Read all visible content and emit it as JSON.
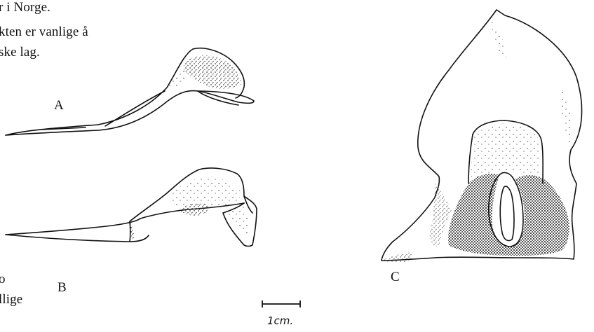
{
  "text_fragments": {
    "line1": "r i Norge.",
    "line2": "kten er vanlige å",
    "line3": "ske lag.",
    "line4": "o",
    "line5": "llige"
  },
  "figure": {
    "label_a": "A",
    "label_b": "B",
    "label_c": "C",
    "scale_label": "1cm."
  }
}
